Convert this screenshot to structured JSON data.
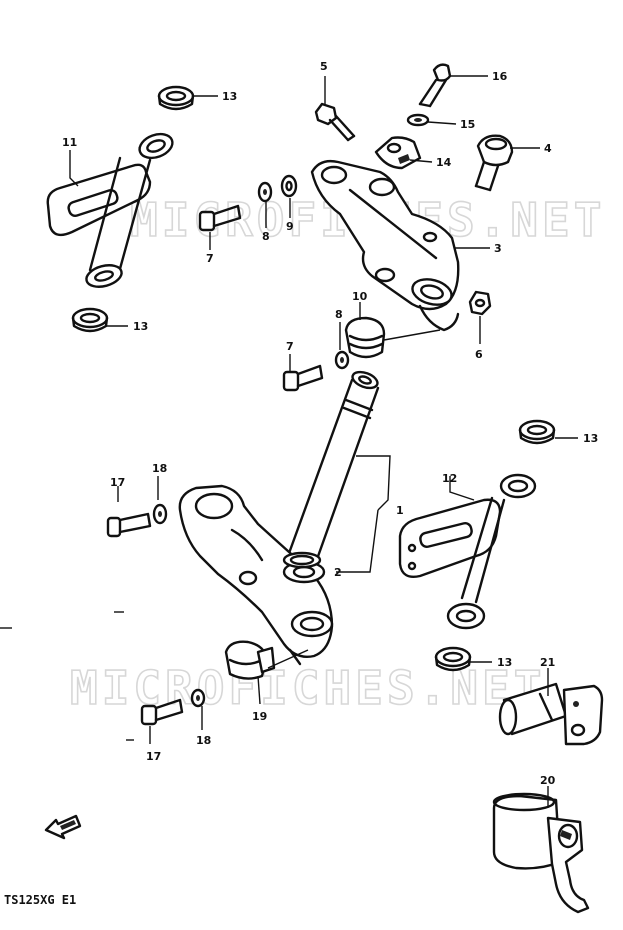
{
  "diagram": {
    "model_code": "TS125XG E1",
    "watermark": "MICROFICHES.NET",
    "callouts": {
      "c1": "1",
      "c2": "2",
      "c3": "3",
      "c4": "4",
      "c5": "5",
      "c6": "6",
      "c7a": "7",
      "c7b": "7",
      "c8a": "8",
      "c8b": "8",
      "c9": "9",
      "c10": "10",
      "c11": "11",
      "c12": "12",
      "c13a": "13",
      "c13b": "13",
      "c13c": "13",
      "c13d": "13",
      "c14": "14",
      "c15": "15",
      "c16": "16",
      "c17a": "17",
      "c17b": "17",
      "c18a": "18",
      "c18b": "18",
      "c19": "19",
      "c20": "20",
      "c21": "21"
    }
  }
}
